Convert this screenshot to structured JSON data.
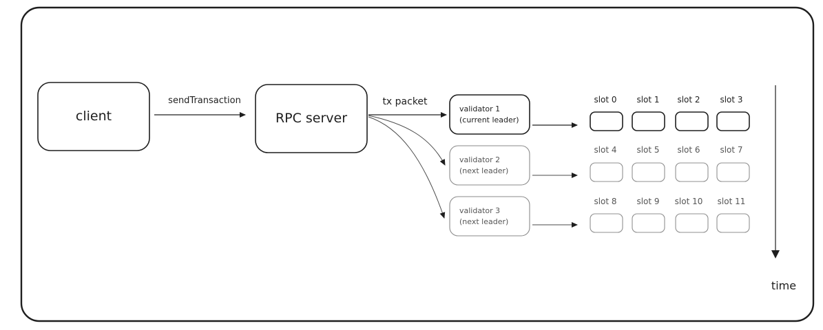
{
  "nodes": {
    "client": "client",
    "rpc_server": "RPC server",
    "validator_1": {
      "line1": "validator 1",
      "line2": "(current leader)"
    },
    "validator_2": {
      "line1": "validator 2",
      "line2": "(next leader)"
    },
    "validator_3": {
      "line1": "validator 3",
      "line2": "(next leader)"
    }
  },
  "edges": {
    "send_transaction": "sendTransaction",
    "tx_packet": "tx packet"
  },
  "slots": {
    "row1": [
      "slot 0",
      "slot 1",
      "slot 2",
      "slot 3"
    ],
    "row2": [
      "slot 4",
      "slot 5",
      "slot 6",
      "slot 7"
    ],
    "row3": [
      "slot 8",
      "slot 9",
      "slot 10",
      "slot 11"
    ]
  },
  "time_axis": {
    "label": "time"
  }
}
